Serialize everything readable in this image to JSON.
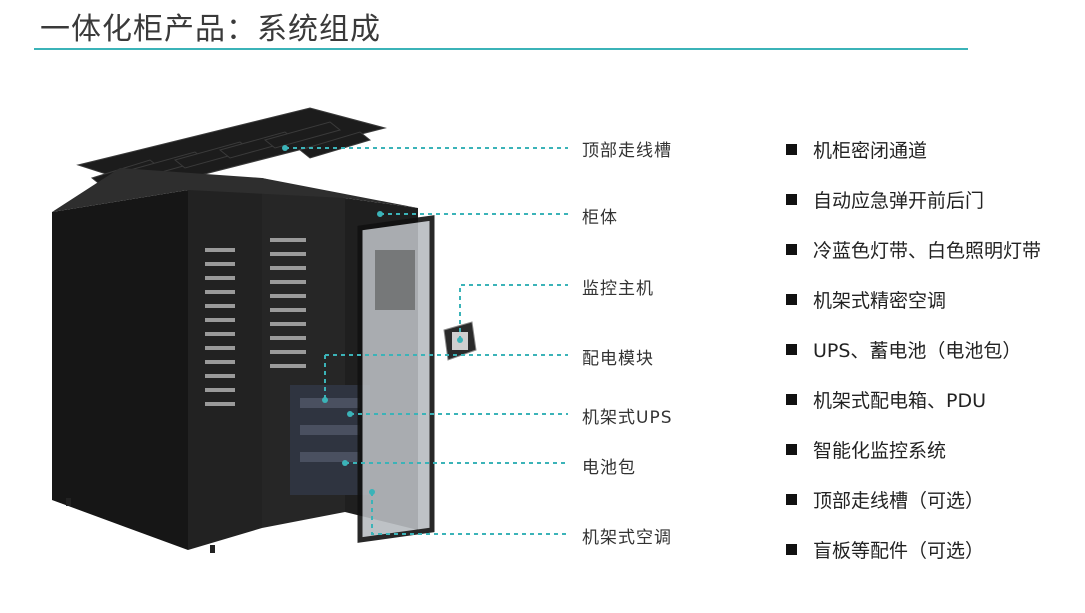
{
  "header": {
    "title": "一体化柜产品：系统组成",
    "accent_color": "#3bb3b8"
  },
  "callouts": [
    "顶部走线槽",
    "柜体",
    "监控主机",
    "配电模块",
    "机架式UPS",
    "电池包",
    "机架式空调"
  ],
  "features": [
    "机柜密闭通道",
    "自动应急弹开前后门",
    "冷蓝色灯带、白色照明灯带",
    "机架式精密空调",
    "UPS、蓄电池（电池包）",
    "机架式配电箱、PDU",
    "智能化监控系统",
    "顶部走线槽（可选）",
    "盲板等配件（可选）"
  ]
}
